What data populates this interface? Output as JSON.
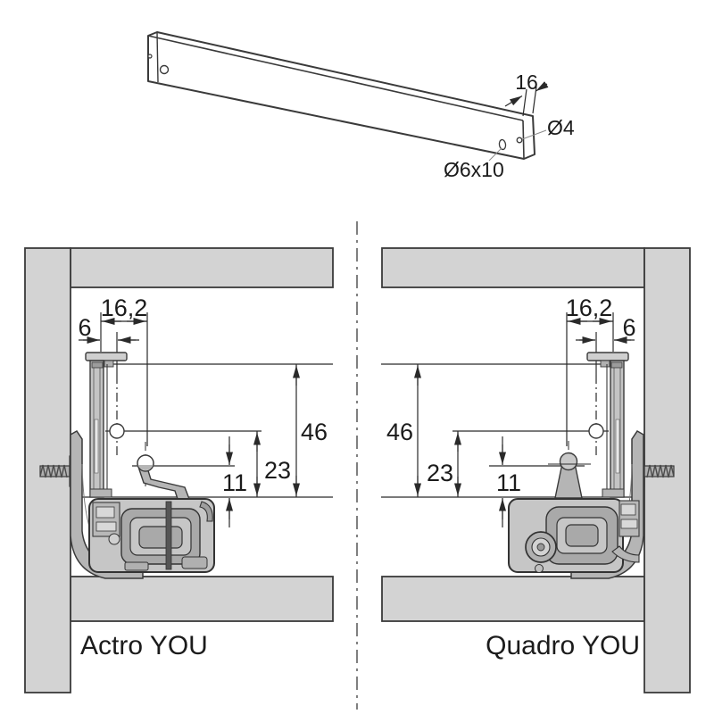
{
  "colors": {
    "panel_fill": "#d3d3d3",
    "part_fill": "#c6c6c6",
    "mid_gray": "#a9a9a9",
    "outline": "#3a3a3a",
    "dim_line": "#2a2a2a",
    "text": "#1b1b1b"
  },
  "top_view": {
    "thickness_label": "16",
    "round_hole_label": "Ø4",
    "slot_hole_label": "Ø6x10"
  },
  "dims": {
    "offset": "16,2",
    "gap": "6",
    "height_full": "46",
    "height_mid": "23",
    "height_low": "11"
  },
  "left_view": {
    "label": "Actro YOU"
  },
  "right_view": {
    "label": "Quadro YOU"
  }
}
